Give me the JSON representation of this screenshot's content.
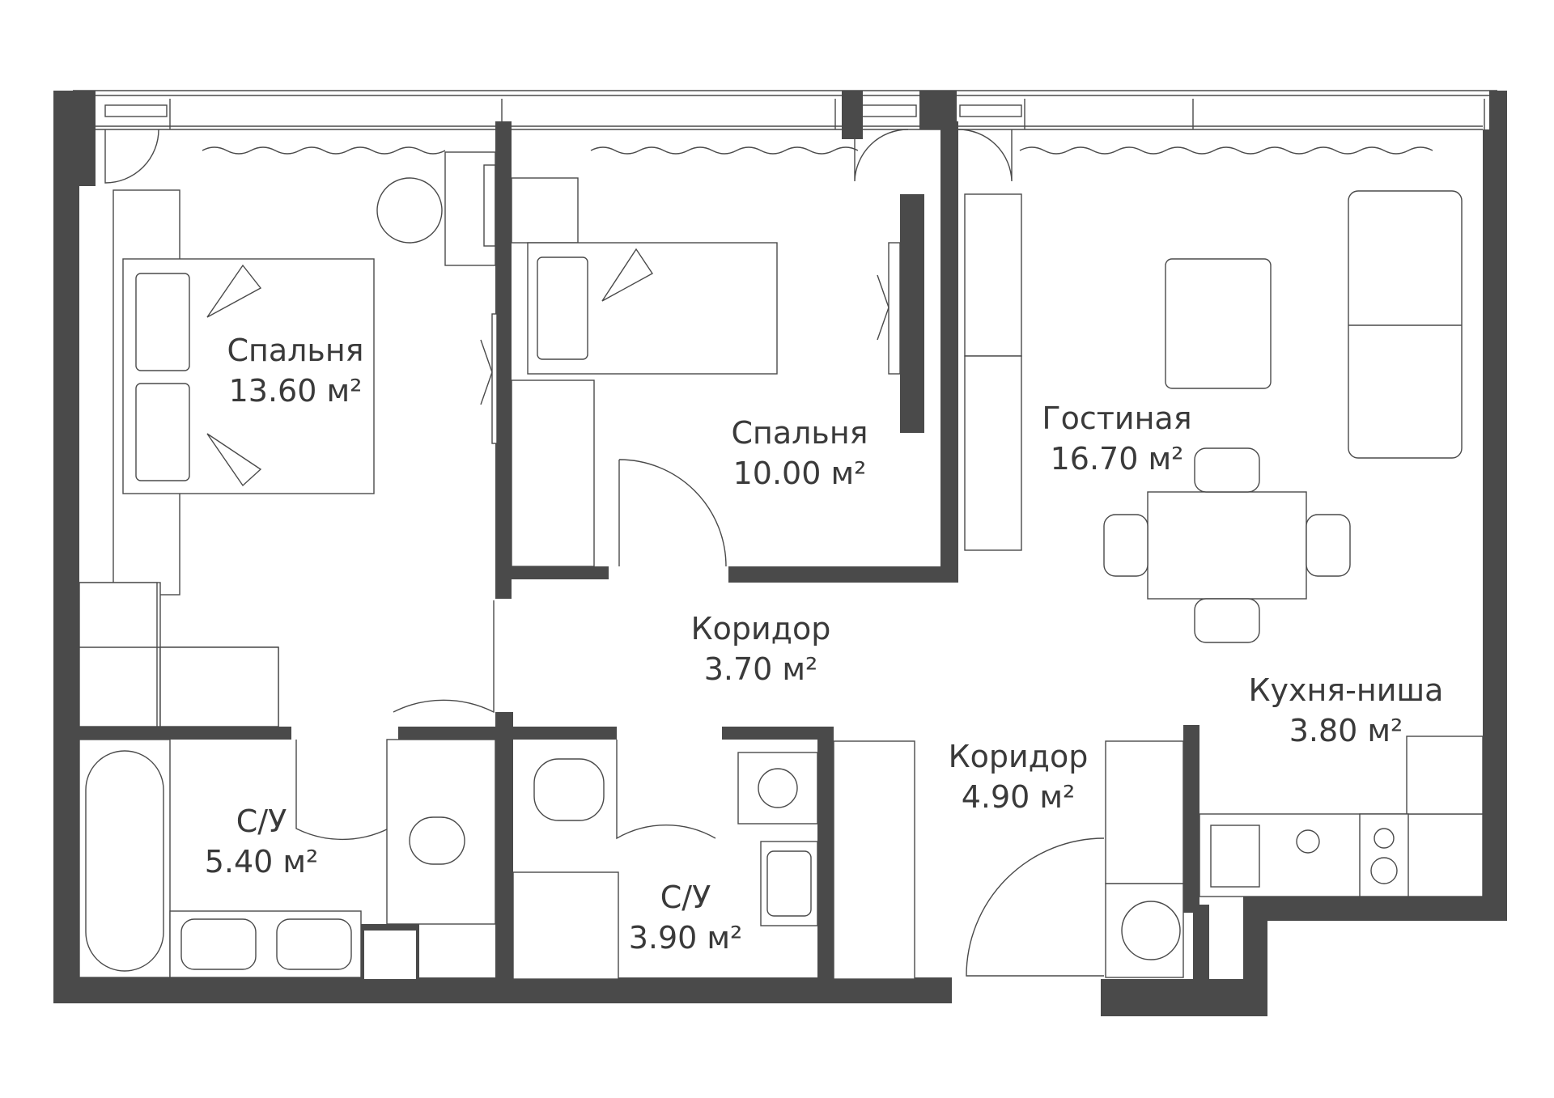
{
  "colors": {
    "wall": "#4a4a4a",
    "text": "#3a3a3a",
    "background": "#ffffff"
  },
  "rooms": [
    {
      "id": "bedroom-1",
      "name": "Спальня",
      "area": "13.60 м²"
    },
    {
      "id": "bedroom-2",
      "name": "Спальня",
      "area": "10.00 м²"
    },
    {
      "id": "living-room",
      "name": "Гостиная",
      "area": "16.70 м²"
    },
    {
      "id": "corridor-1",
      "name": "Коридор",
      "area": "3.70 м²"
    },
    {
      "id": "kitchen-niche",
      "name": "Кухня-ниша",
      "area": "3.80 м²"
    },
    {
      "id": "corridor-2",
      "name": "Коридор",
      "area": "4.90 м²"
    },
    {
      "id": "bathroom-1",
      "name": "С/У",
      "area": "5.40 м²"
    },
    {
      "id": "bathroom-2",
      "name": "С/У",
      "area": "3.90 м²"
    }
  ]
}
